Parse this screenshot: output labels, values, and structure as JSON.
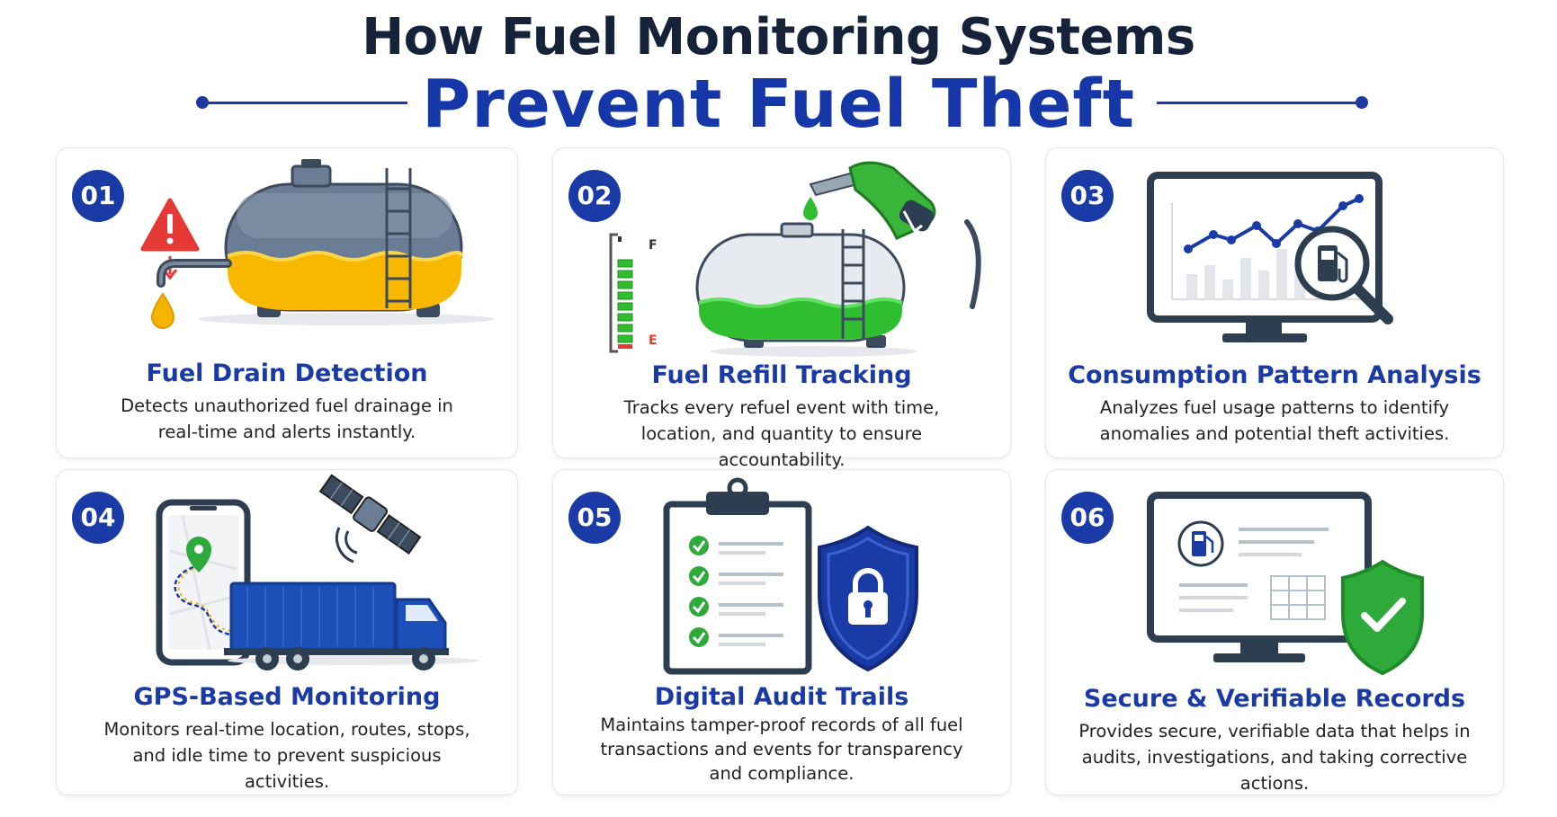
{
  "header": {
    "title_line1": "How Fuel Monitoring Systems",
    "title_line2": "Prevent Fuel Theft"
  },
  "colors": {
    "primary": "#1a3aa6",
    "heading_dark": "#16213a",
    "alert_red": "#e53935",
    "fuel_yellow": "#f9b800",
    "fuel_green": "#2fbe2f",
    "check_green": "#2eaa3a"
  },
  "cards": [
    {
      "number": "01",
      "title": "Fuel Drain Detection",
      "description": "Detects unauthorized fuel drainage in real-time and alerts instantly.",
      "icons": [
        "warning-icon",
        "arrow-down-icon",
        "fuel-tank-icon",
        "fuel-drop-icon"
      ]
    },
    {
      "number": "02",
      "title": "Fuel Refill Tracking",
      "description": "Tracks every refuel event with time, location, and quantity to ensure accountability.",
      "gauge": {
        "full_label": "F",
        "empty_label": "E",
        "level": 0.8
      },
      "icons": [
        "fuel-gauge-icon",
        "fuel-tank-icon",
        "fuel-nozzle-icon"
      ]
    },
    {
      "number": "03",
      "title": "Consumption Pattern Analysis",
      "description": "Analyzes fuel usage patterns to identify anomalies and potential theft activities.",
      "icons": [
        "monitor-chart-icon",
        "magnifier-fuel-icon"
      ]
    },
    {
      "number": "04",
      "title": "GPS-Based Monitoring",
      "description": "Monitors real-time location, routes, stops, and idle time to prevent suspicious activities.",
      "icons": [
        "smartphone-map-icon",
        "satellite-icon",
        "truck-icon"
      ]
    },
    {
      "number": "05",
      "title": "Digital Audit Trails",
      "description": "Maintains tamper-proof records of all fuel transactions and events for transparency and compliance.",
      "icons": [
        "clipboard-checklist-icon",
        "shield-lock-icon"
      ]
    },
    {
      "number": "06",
      "title": "Secure & Verifiable Records",
      "description": "Provides secure, verifiable data that helps in audits, investigations, and taking corrective actions.",
      "icons": [
        "monitor-records-icon",
        "shield-check-icon"
      ]
    }
  ]
}
